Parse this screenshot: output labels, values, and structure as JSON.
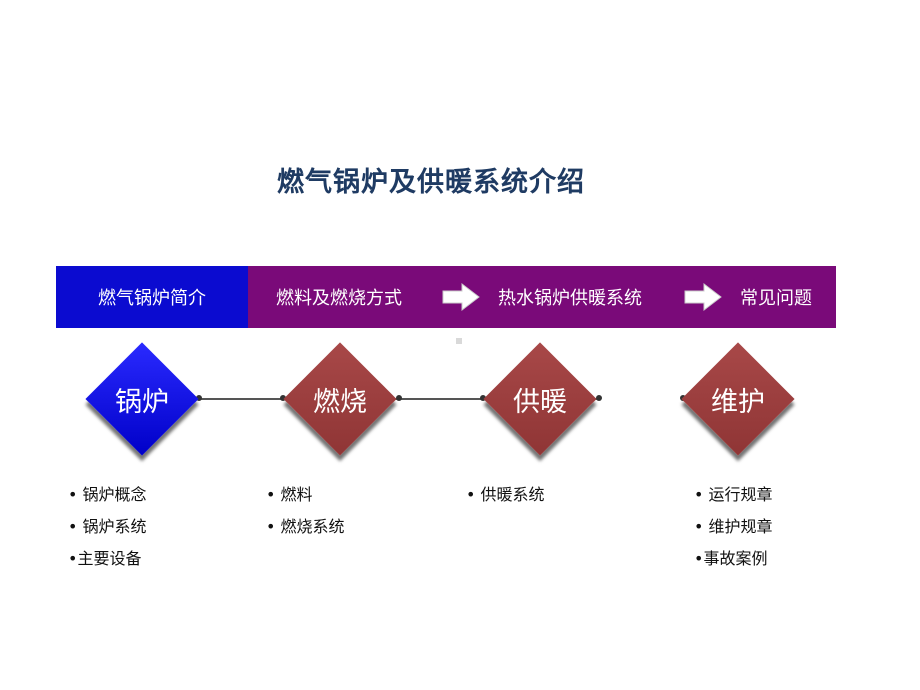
{
  "title": "燃气锅炉及供暖系统介绍",
  "nav": {
    "active": "燃气锅炉简介",
    "items": [
      "燃料及燃烧方式",
      "热水锅炉供暖系统",
      "常见问题"
    ]
  },
  "steps": [
    {
      "label": "锅炉",
      "bullets": [
        "• 锅炉概念",
        "• 锅炉系统",
        "•主要设备"
      ]
    },
    {
      "label": "燃烧",
      "bullets": [
        "• 燃料",
        "• 燃烧系统"
      ]
    },
    {
      "label": "供暖",
      "bullets": [
        "• 供暖系统"
      ]
    },
    {
      "label": "维护",
      "bullets": [
        "• 运行规章",
        "• 维护规章",
        "•事故案例"
      ]
    }
  ],
  "colors": {
    "title": "#1f3b63",
    "nav_bg": "#7a0a79",
    "nav_active": "#0b0bd0",
    "diamond_blue": "#0000c8",
    "diamond_red": "#983c3c"
  }
}
